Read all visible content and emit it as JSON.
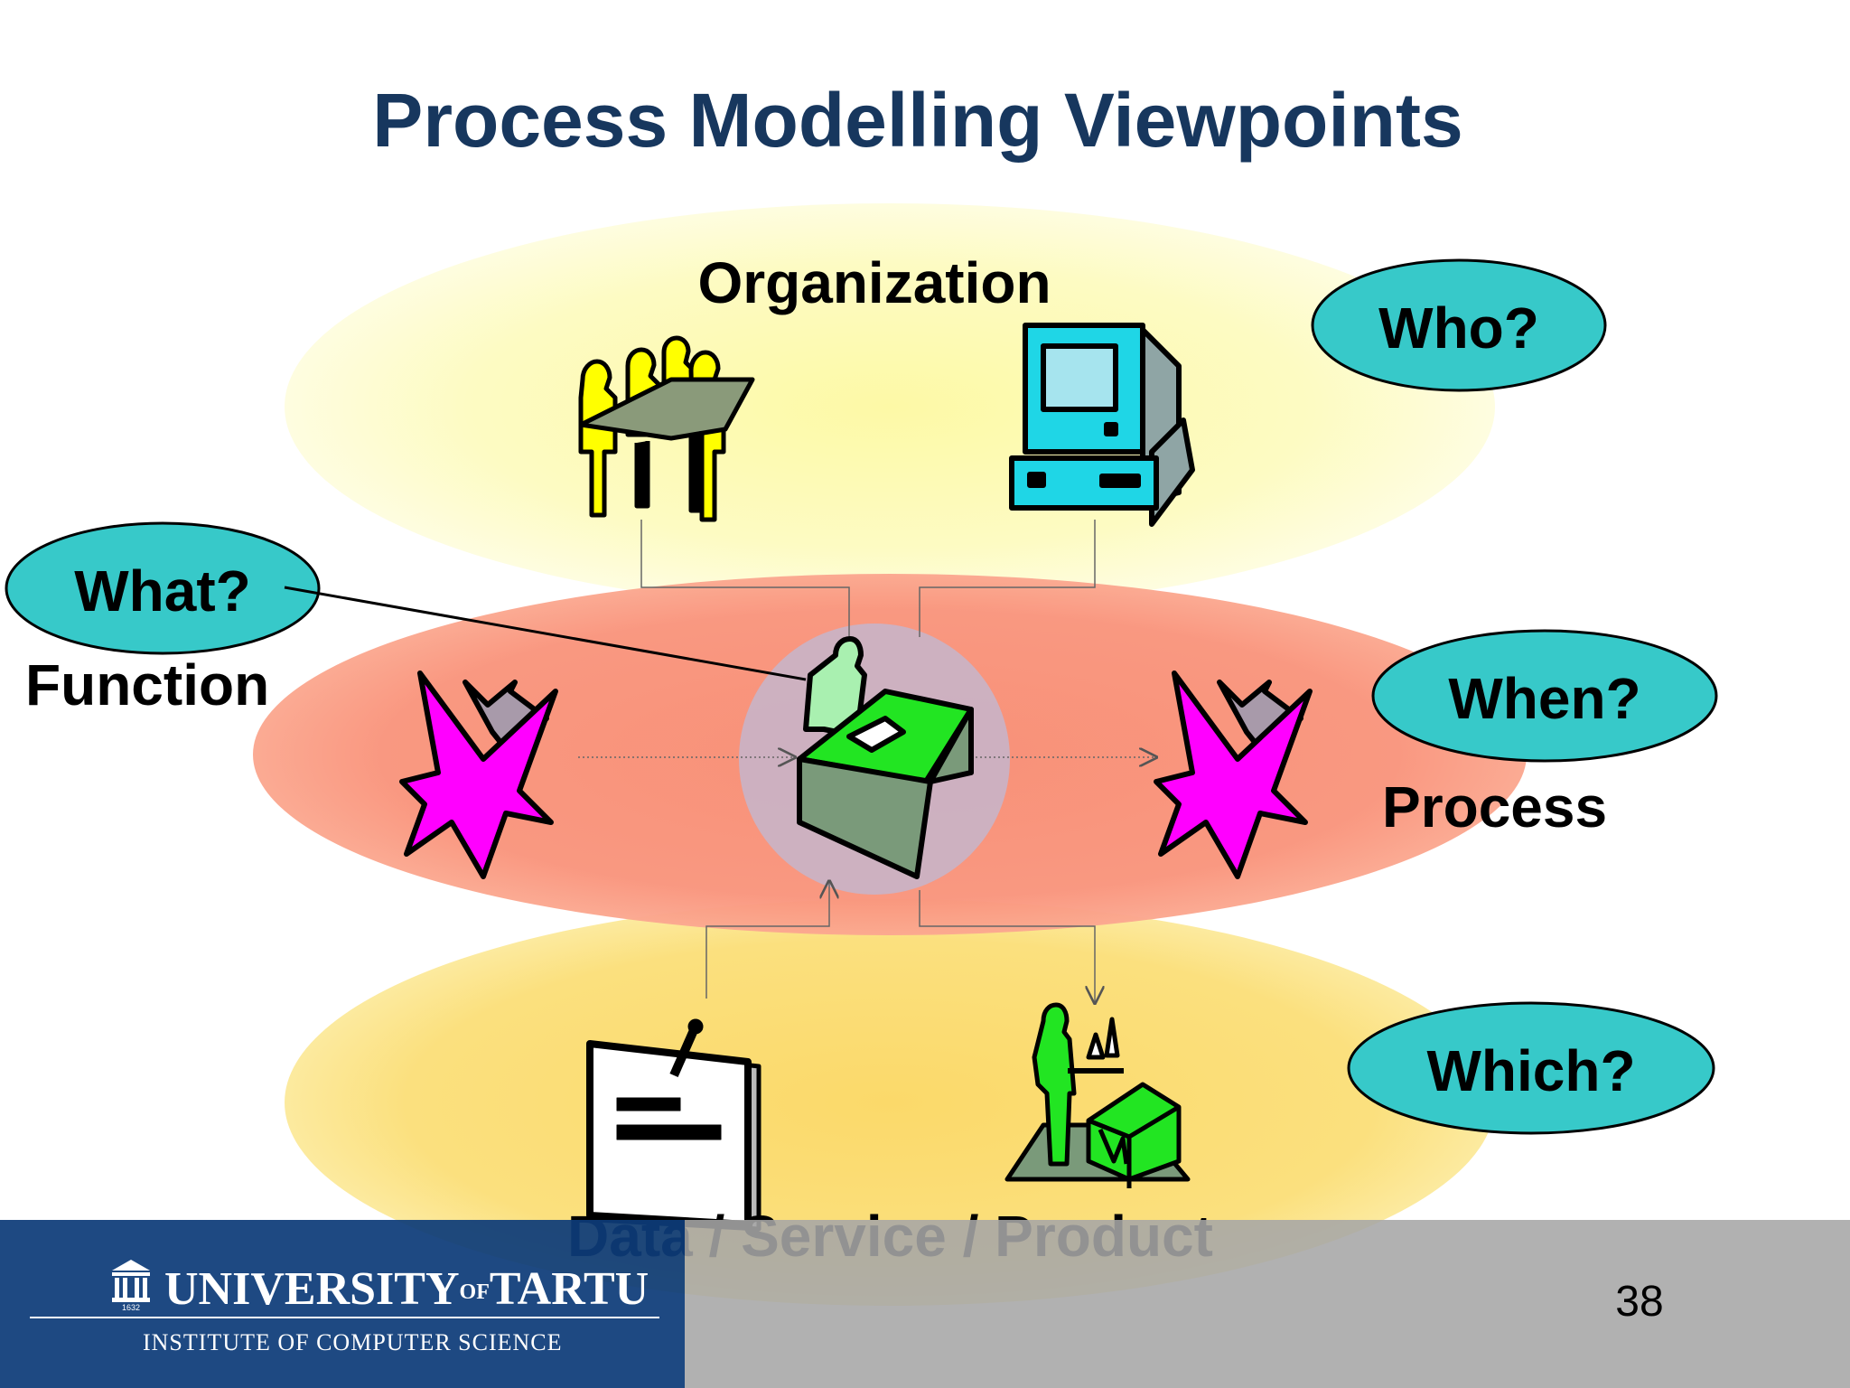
{
  "title": "Process Modelling Viewpoints",
  "labels": {
    "organization": "Organization",
    "function": "Function",
    "process": "Process",
    "data": "Data / Service / Product"
  },
  "questions": {
    "who": "Who?",
    "what": "What?",
    "when": "When?",
    "which": "Which?"
  },
  "footer": {
    "university_part1": "UNIVERSITY",
    "university_of": "OF",
    "university_part2": "TARTU",
    "institute": "INSTITUTE OF COMPUTER SCIENCE",
    "page_number": "38",
    "crest_year": "1632"
  },
  "colors": {
    "title": "#17375e",
    "organization_layer": "#fdfbc3",
    "function_layer": "#f9957d",
    "data_layer": "#fbe07e",
    "question_bubble": "#37c9c9",
    "footer_blue": "#0d3b78",
    "footer_gray": "#a6a6a6"
  },
  "icons": [
    "meeting-people-icon",
    "computer-icon",
    "event-burst-icon",
    "worker-at-desk-icon",
    "document-icon",
    "waiter-service-icon"
  ]
}
